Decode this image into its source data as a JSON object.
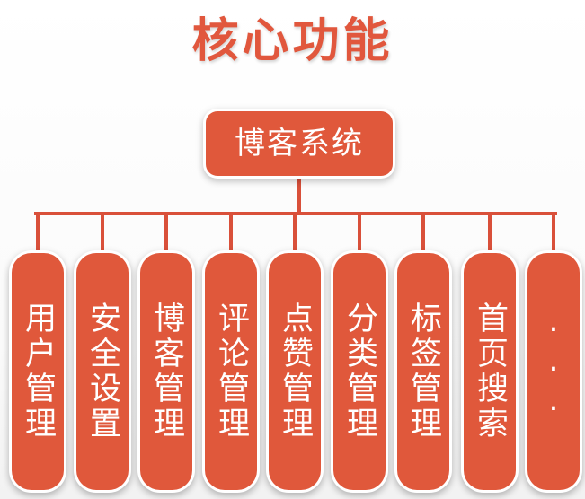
{
  "title": "核心功能",
  "root": {
    "label": "博客系统"
  },
  "modules": [
    {
      "label": "用户管理"
    },
    {
      "label": "安全设置"
    },
    {
      "label": "博客管理"
    },
    {
      "label": "评论管理"
    },
    {
      "label": "点赞管理"
    },
    {
      "label": "分类管理"
    },
    {
      "label": "标签管理"
    },
    {
      "label": "首页搜索"
    },
    {
      "label": "···"
    }
  ],
  "colors": {
    "accent": "#e0583b",
    "connector": "#d9503a",
    "text_on_accent": "#ffffff"
  }
}
